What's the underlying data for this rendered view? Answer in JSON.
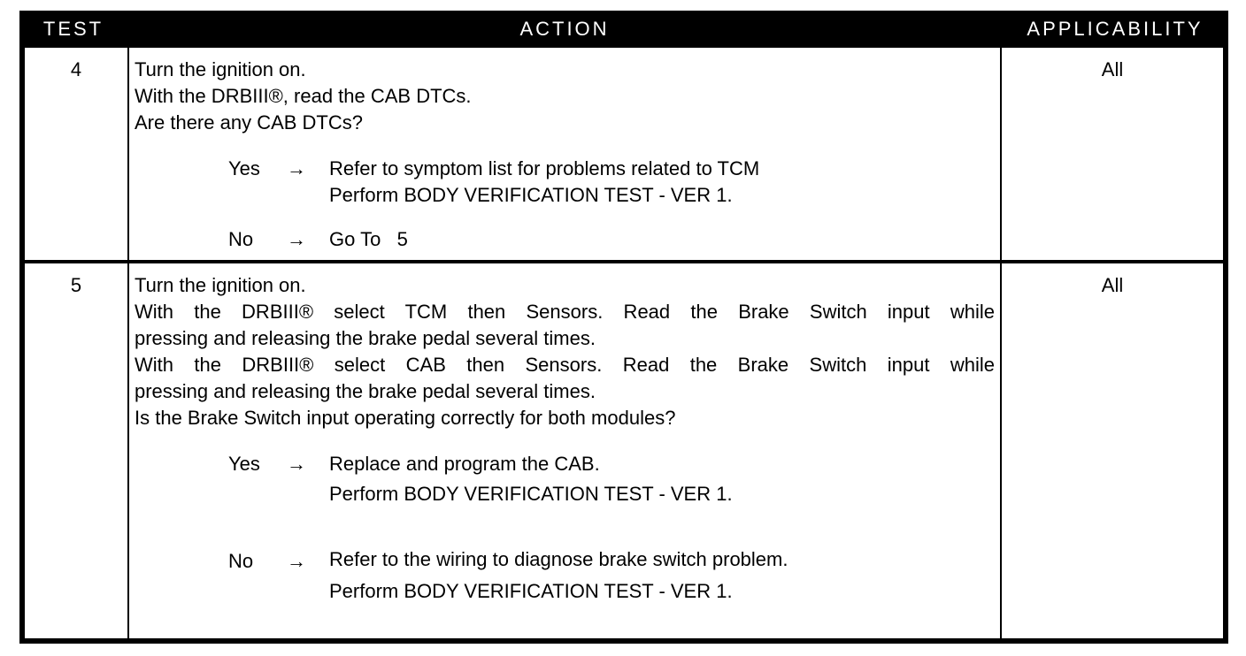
{
  "headers": {
    "test": "TEST",
    "action": "ACTION",
    "applicability": "APPLICABILITY"
  },
  "rows": [
    {
      "test": "4",
      "action_lines": [
        "Turn the ignition on.",
        "With the DRBIII®, read the CAB DTCs.",
        "Are there any CAB DTCs?"
      ],
      "yes": {
        "label": "Yes",
        "arrow": "→",
        "lines": [
          "Refer to symptom list for problems related to TCM",
          "Perform BODY VERIFICATION TEST - VER 1."
        ]
      },
      "no": {
        "label": "No",
        "arrow": "→",
        "lines": [
          "Go To   5"
        ]
      },
      "applicability": "All"
    },
    {
      "test": "5",
      "action_lines": [
        "Turn the ignition on.",
        "With the DRBIII® select TCM then Sensors. Read the Brake Switch input while",
        "pressing and releasing the brake pedal several times.",
        "With the DRBIII® select CAB then Sensors. Read the Brake Switch input while",
        "pressing and releasing the brake pedal several times.",
        "Is the Brake Switch input operating correctly for both modules?"
      ],
      "yes": {
        "label": "Yes",
        "arrow": "→",
        "lines": [
          "Replace and program the CAB.",
          "Perform BODY VERIFICATION TEST - VER 1."
        ]
      },
      "no": {
        "label": "No",
        "arrow": "→",
        "lines": [
          "Refer to the wiring to diagnose brake switch problem.",
          "Perform BODY VERIFICATION TEST - VER 1."
        ]
      },
      "applicability": "All"
    }
  ]
}
